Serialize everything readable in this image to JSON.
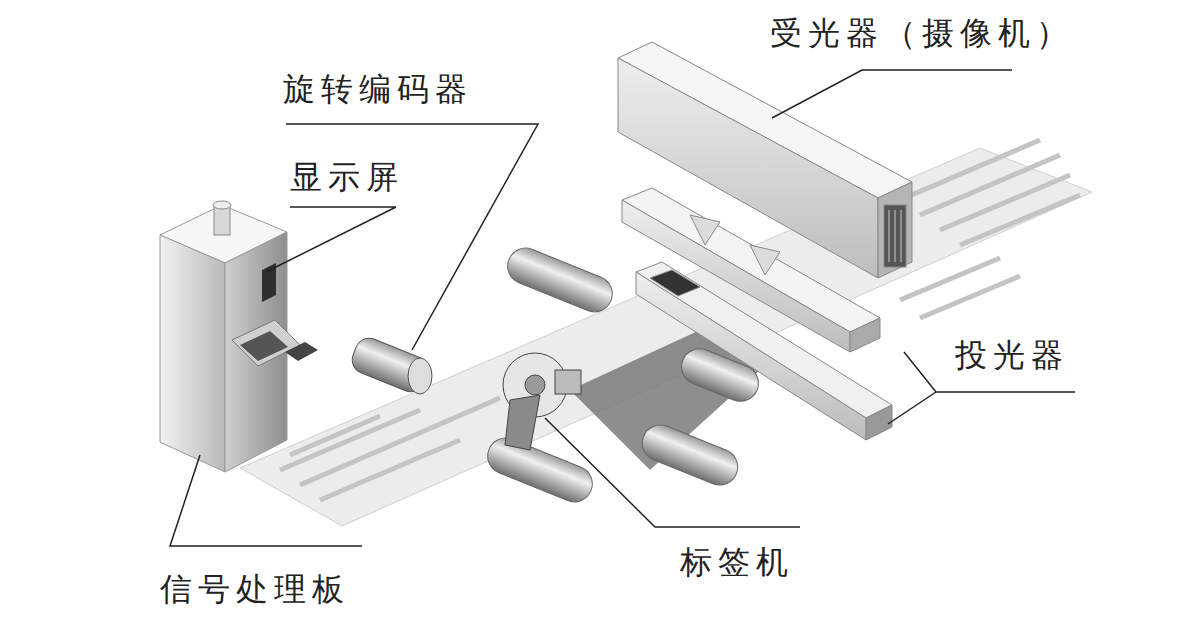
{
  "diagram": {
    "labels": [
      "受光器（摄像机）",
      "旋转编码器",
      "显示屏",
      "投光器",
      "标签机",
      "信号处理板"
    ]
  }
}
